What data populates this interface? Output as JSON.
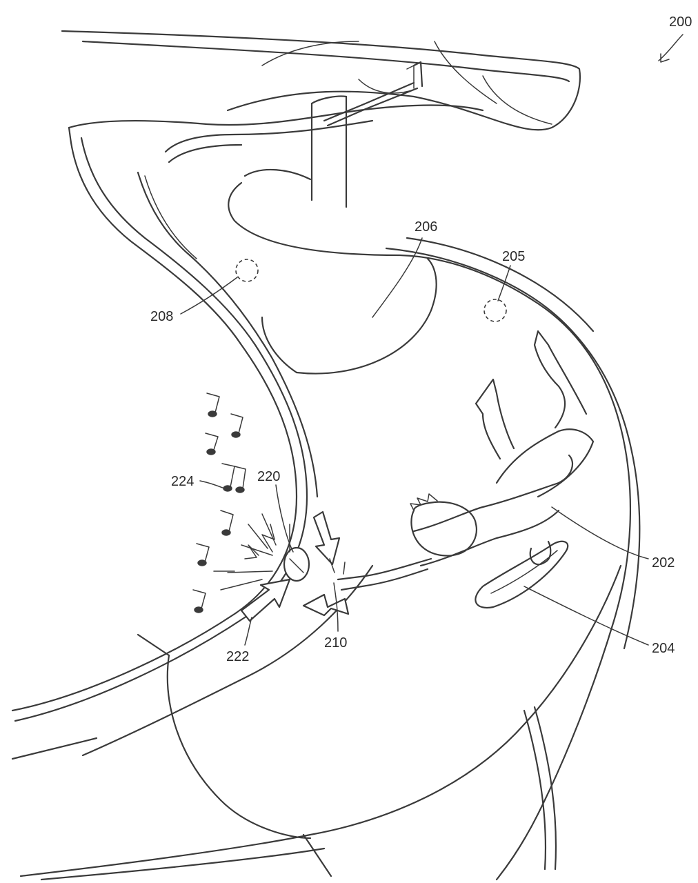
{
  "figure": {
    "labels": {
      "fig_ref": "200",
      "rider": "202",
      "mat": "204",
      "target_spot": "205",
      "slide_tube": "206",
      "sensor_spot": "208",
      "hand_contact": "210",
      "impact_object": "220",
      "effect_arrows": "222",
      "music_notes": "224"
    },
    "colors": {
      "line": "#3a3a3a",
      "background": "#ffffff"
    }
  }
}
